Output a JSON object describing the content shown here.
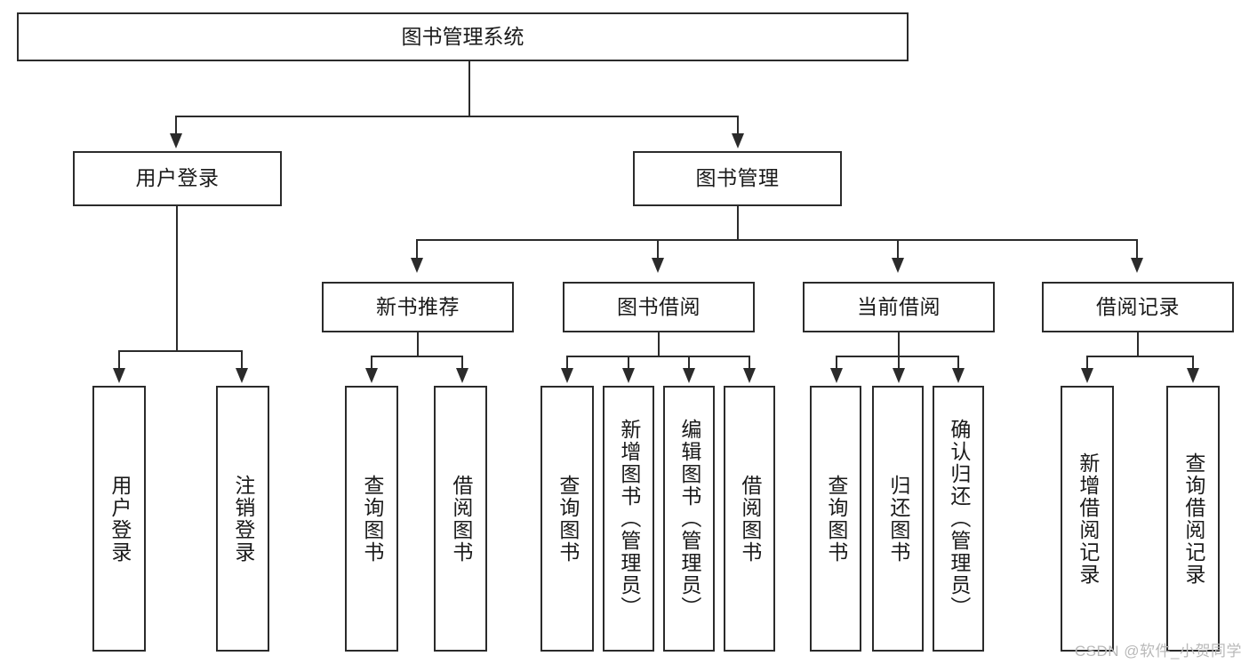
{
  "diagram": {
    "title": "图书管理系统",
    "type": "tree",
    "levels": 4,
    "root": {
      "label": "图书管理系统"
    },
    "level2": [
      {
        "label": "用户登录"
      },
      {
        "label": "图书管理"
      }
    ],
    "level3": [
      {
        "label": "新书推荐"
      },
      {
        "label": "图书借阅"
      },
      {
        "label": "当前借阅"
      },
      {
        "label": "借阅记录"
      }
    ],
    "leaves": [
      {
        "label": "用户登录",
        "parent": "用户登录"
      },
      {
        "label": "注销登录",
        "parent": "用户登录"
      },
      {
        "label": "查询图书",
        "parent": "新书推荐"
      },
      {
        "label": "借阅图书",
        "parent": "新书推荐"
      },
      {
        "label": "查询图书",
        "parent": "图书借阅"
      },
      {
        "label": "新增图书（管理员）",
        "parent": "图书借阅"
      },
      {
        "label": "编辑图书（管理员）",
        "parent": "图书借阅"
      },
      {
        "label": "借阅图书",
        "parent": "图书借阅"
      },
      {
        "label": "查询图书",
        "parent": "当前借阅"
      },
      {
        "label": "归还图书",
        "parent": "当前借阅"
      },
      {
        "label": "确认归还（管理员）",
        "parent": "当前借阅"
      },
      {
        "label": "新增借阅记录",
        "parent": "借阅记录"
      },
      {
        "label": "查询借阅记录",
        "parent": "借阅记录"
      }
    ]
  },
  "watermark": {
    "text": "CSDN @软件_小贺同学",
    "color": "#b9b9b9"
  },
  "style": {
    "border_color": "#2b2b2b",
    "background": "#ffffff",
    "text_color": "#1a1a1a"
  }
}
